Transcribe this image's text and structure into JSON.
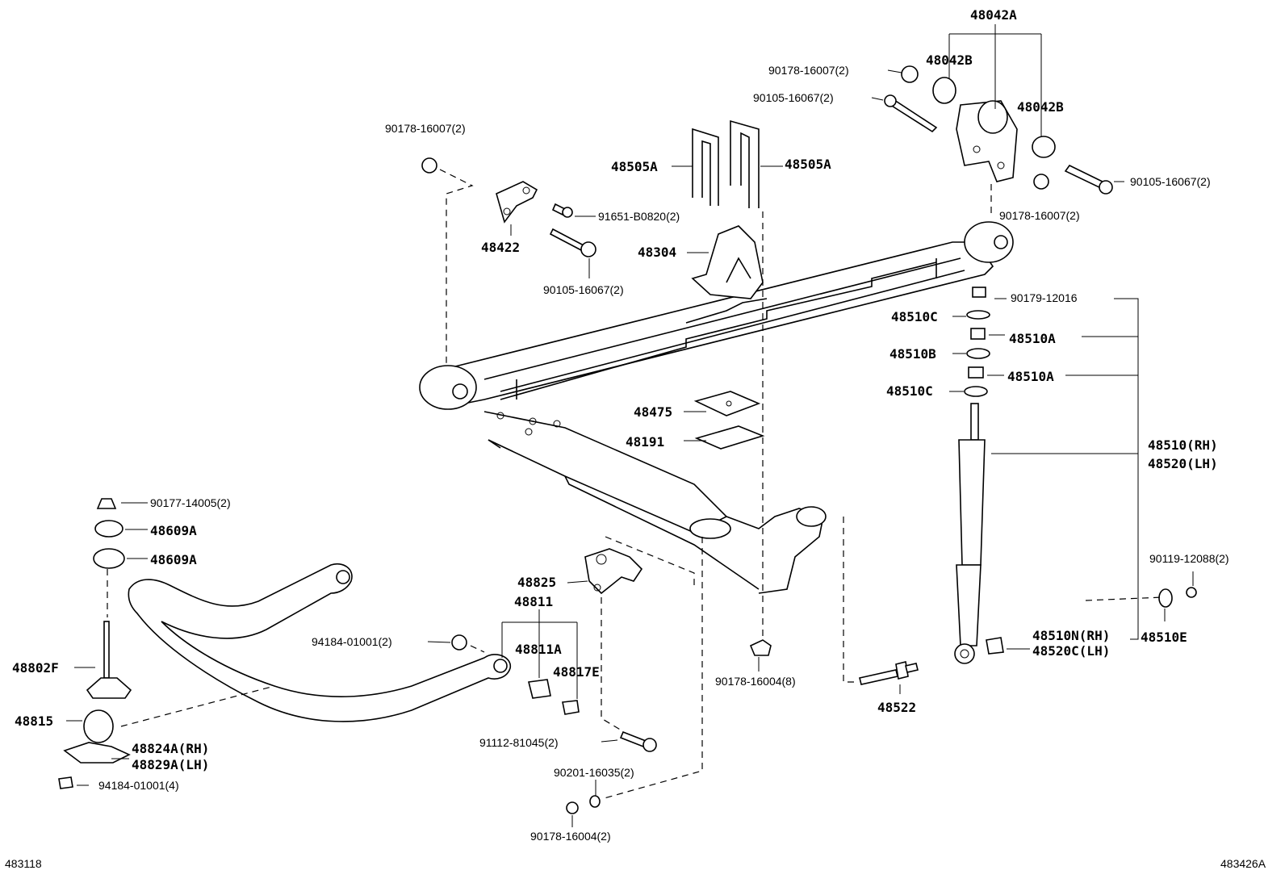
{
  "labels": {
    "p48042A": "48042A",
    "p48042B_top": "48042B",
    "p48042B_right": "48042B",
    "c90178_16007_topright": "90178-16007(2)",
    "c90105_16067_top": "90105-16067(2)",
    "c90105_16067_right": "90105-16067(2)",
    "c90178_16007_mid": "90178-16007(2)",
    "c90178_16007_left": "90178-16007(2)",
    "p48505A_left": "48505A",
    "p48505A_right": "48505A",
    "c91651_B0820": "91651-B0820(2)",
    "p48422": "48422",
    "p48304": "48304",
    "c90105_16067_left": "90105-16067(2)",
    "c90179_12016": "90179-12016",
    "p48510C_1": "48510C",
    "p48510A_1": "48510A",
    "p48510B": "48510B",
    "p48510A_2": "48510A",
    "p48510C_2": "48510C",
    "p48475": "48475",
    "p48191": "48191",
    "p48510RH": "48510(RH)",
    "p48520LH": "48520(LH)",
    "c90177_14005": "90177-14005(2)",
    "p48609A_1": "48609A",
    "p48609A_2": "48609A",
    "p48825": "48825",
    "p48811": "48811",
    "c90119_12088": "90119-12088(2)",
    "c94184_01001_2": "94184-01001(2)",
    "p48811A": "48811A",
    "p48817E": "48817E",
    "p48510N": "48510N(RH)",
    "p48520C": "48520C(LH)",
    "p48510E": "48510E",
    "p48802F": "48802F",
    "c90178_16004_8": "90178-16004(8)",
    "p48522": "48522",
    "p48815": "48815",
    "p48824A": "48824A(RH)",
    "p48829A": "48829A(LH)",
    "c94184_01001_4": "94184-01001(4)",
    "c91112_81045": "91112-81045(2)",
    "c90201_16035": "90201-16035(2)",
    "c90178_16004_2": "90178-16004(2)",
    "fig_left": "483118",
    "fig_right": "483426A"
  }
}
